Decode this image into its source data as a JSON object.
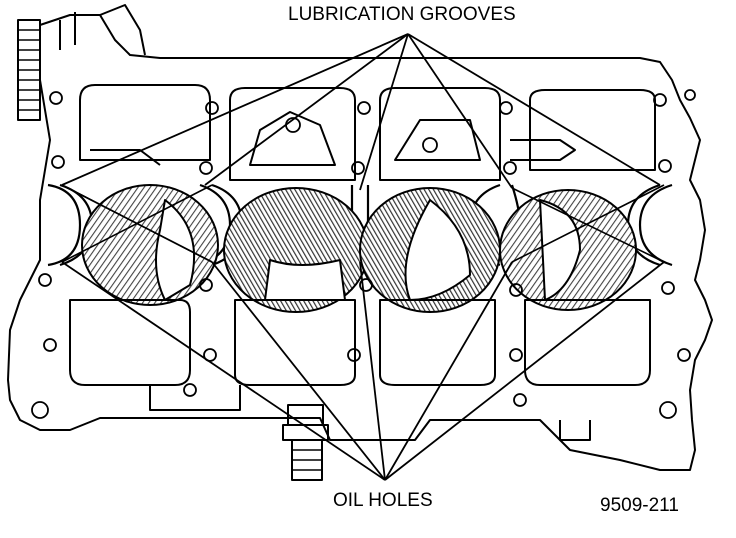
{
  "labels": {
    "lubrication_grooves": "LUBRICATION GROOVES",
    "oil_holes": "OIL HOLES",
    "figure_code": "9509-211"
  },
  "colors": {
    "line": "#000000",
    "background": "#ffffff",
    "hatch": "#555555"
  }
}
